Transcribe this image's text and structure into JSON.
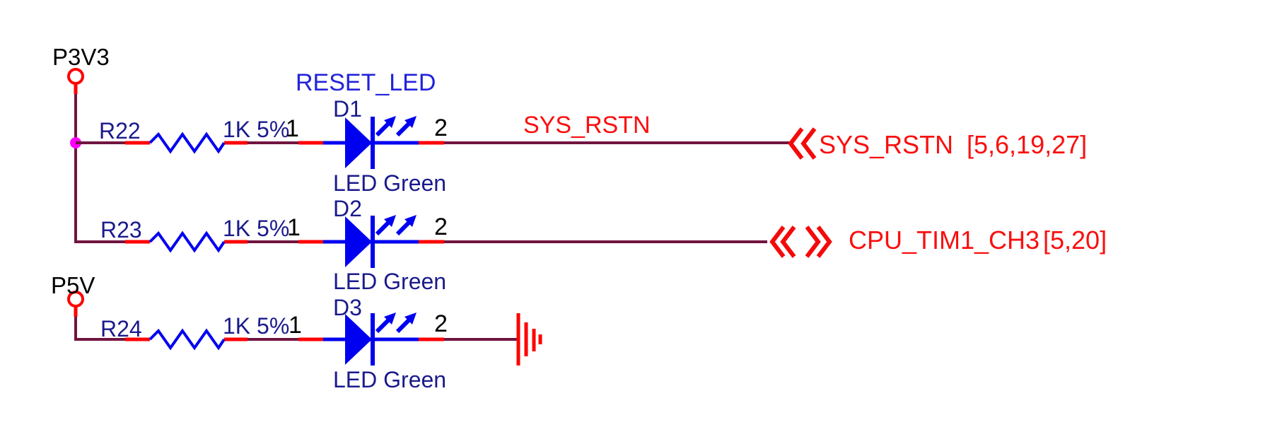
{
  "power": {
    "p3v3": "P3V3",
    "p5v": "P5V"
  },
  "group_label": "RESET_LED",
  "rows": [
    {
      "ref": "R22",
      "value": "1K 5%",
      "pin1": "1",
      "pin2": "2",
      "diode_ref": "D1",
      "diode_value": "LED Green",
      "net_label": "SYS_RSTN",
      "connector": "SYS_RSTN",
      "pages": "[5,6,19,27]"
    },
    {
      "ref": "R23",
      "value": "1K 5%",
      "pin1": "1",
      "pin2": "2",
      "diode_ref": "D2",
      "diode_value": "LED Green",
      "connector": "CPU_TIM1_CH3",
      "pages": "[5,20]"
    },
    {
      "ref": "R24",
      "value": "1K 5%",
      "pin1": "1",
      "pin2": "2",
      "diode_ref": "D3",
      "diode_value": "LED Green"
    }
  ],
  "icons": {
    "power_terminal": "power-terminal-circle",
    "junction": "junction-dot",
    "resistor": "resistor-zigzag",
    "led": "led-diode-with-arrows",
    "offpage_in": "double-chevron-left",
    "offpage_bidir": "double-chevron-left-right",
    "ground": "ground-bars"
  },
  "colors": {
    "wire": "#701540",
    "pin_red": "#ff0000",
    "component_blue": "#0000f0",
    "label_navy": "#1a1a8c",
    "group_blue": "#2222dc",
    "net_red": "#fa0f0f",
    "junction_magenta": "#ff00ff",
    "text_black": "#000000",
    "background": "#ffffff"
  }
}
